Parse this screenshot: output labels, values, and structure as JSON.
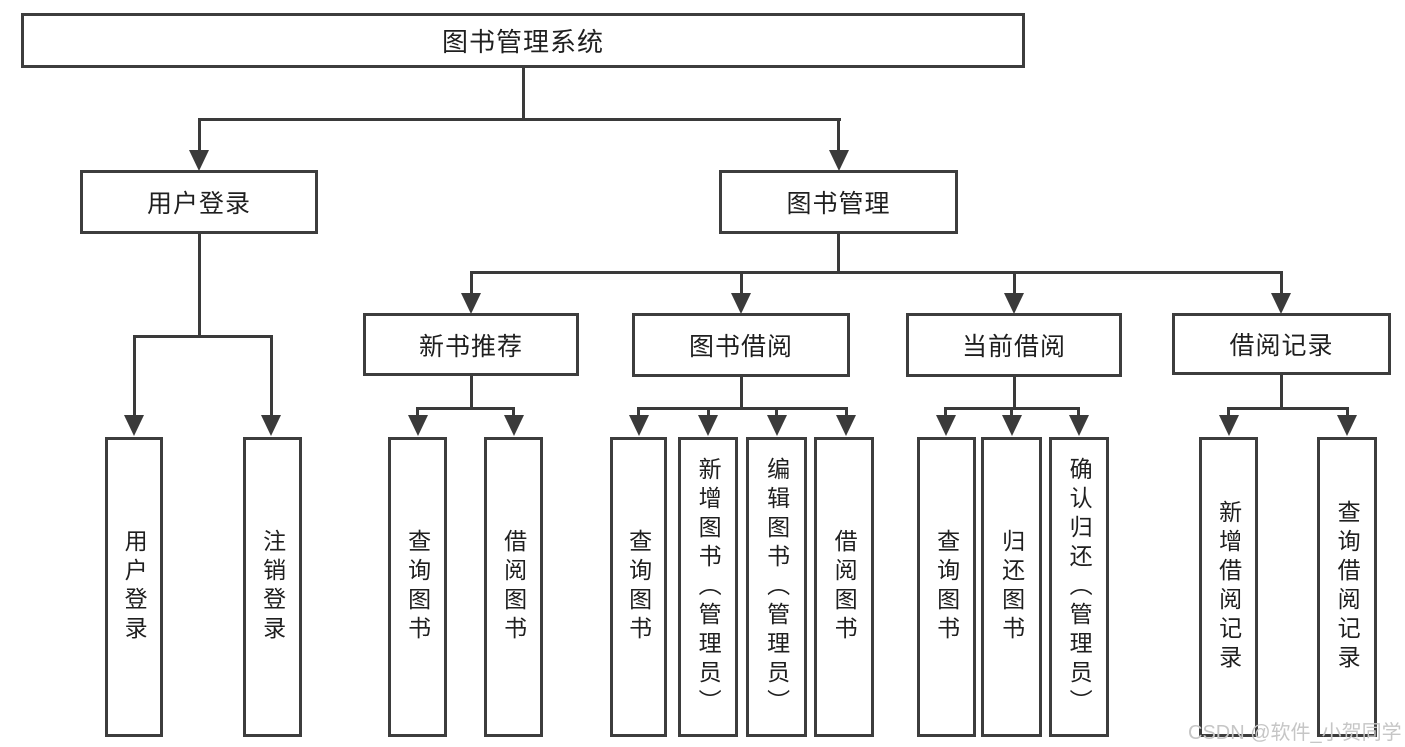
{
  "diagram_title": "图书管理系统",
  "tree": {
    "root": {
      "label": "图书管理系统"
    },
    "branches": [
      {
        "label": "用户登录",
        "children": [
          {
            "label": "用户登录"
          },
          {
            "label": "注销登录"
          }
        ]
      },
      {
        "label": "图书管理",
        "children": [
          {
            "label": "新书推荐",
            "children": [
              {
                "label": "查询图书"
              },
              {
                "label": "借阅图书"
              }
            ]
          },
          {
            "label": "图书借阅",
            "children": [
              {
                "label": "查询图书"
              },
              {
                "label": "新增图书（管理员）"
              },
              {
                "label": "编辑图书（管理员）"
              },
              {
                "label": "借阅图书"
              }
            ]
          },
          {
            "label": "当前借阅",
            "children": [
              {
                "label": "查询图书"
              },
              {
                "label": "归还图书"
              },
              {
                "label": "确认归还（管理员）"
              }
            ]
          },
          {
            "label": "借阅记录",
            "children": [
              {
                "label": "新增借阅记录"
              },
              {
                "label": "查询借阅记录"
              }
            ]
          }
        ]
      }
    ]
  },
  "watermark": "CSDN @软件_小贺同学",
  "colors": {
    "line": "#3a3a3a",
    "border": "#3d3d3d",
    "text": "#1f1f1f",
    "bg": "#ffffff",
    "watermark": "#c6c6c6"
  }
}
